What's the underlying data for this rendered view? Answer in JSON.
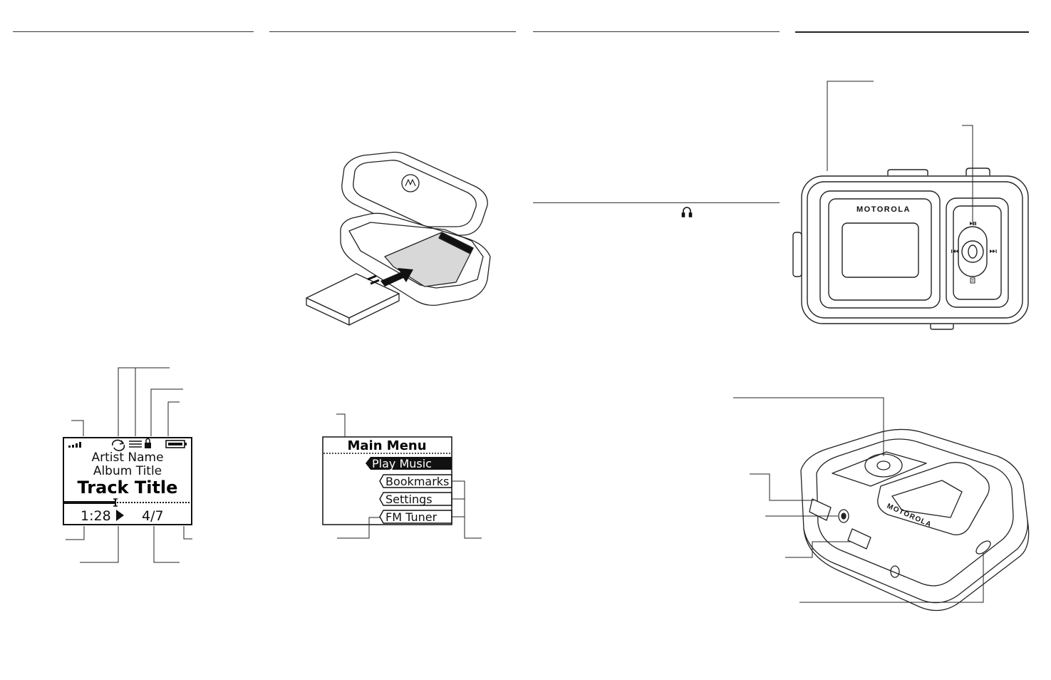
{
  "now_playing_screen": {
    "artist": "Artist Name",
    "album": "Album Title",
    "track": "Track Title",
    "elapsed": "1:28",
    "track_position": "4/7"
  },
  "main_menu_screen": {
    "title": "Main Menu",
    "items": [
      "Play Music",
      "Bookmarks",
      "Settings",
      "FM Tuner"
    ],
    "selected_item": "Play Music"
  },
  "device": {
    "brand": "MOTOROLA"
  },
  "icons": [
    "signal-strength-icon",
    "repeat-icon",
    "shuffle-list-icon",
    "lock-icon",
    "battery-icon",
    "play-icon",
    "headphone-icon",
    "play-pause-icon",
    "previous-track-icon",
    "next-track-icon",
    "menu-icon"
  ]
}
